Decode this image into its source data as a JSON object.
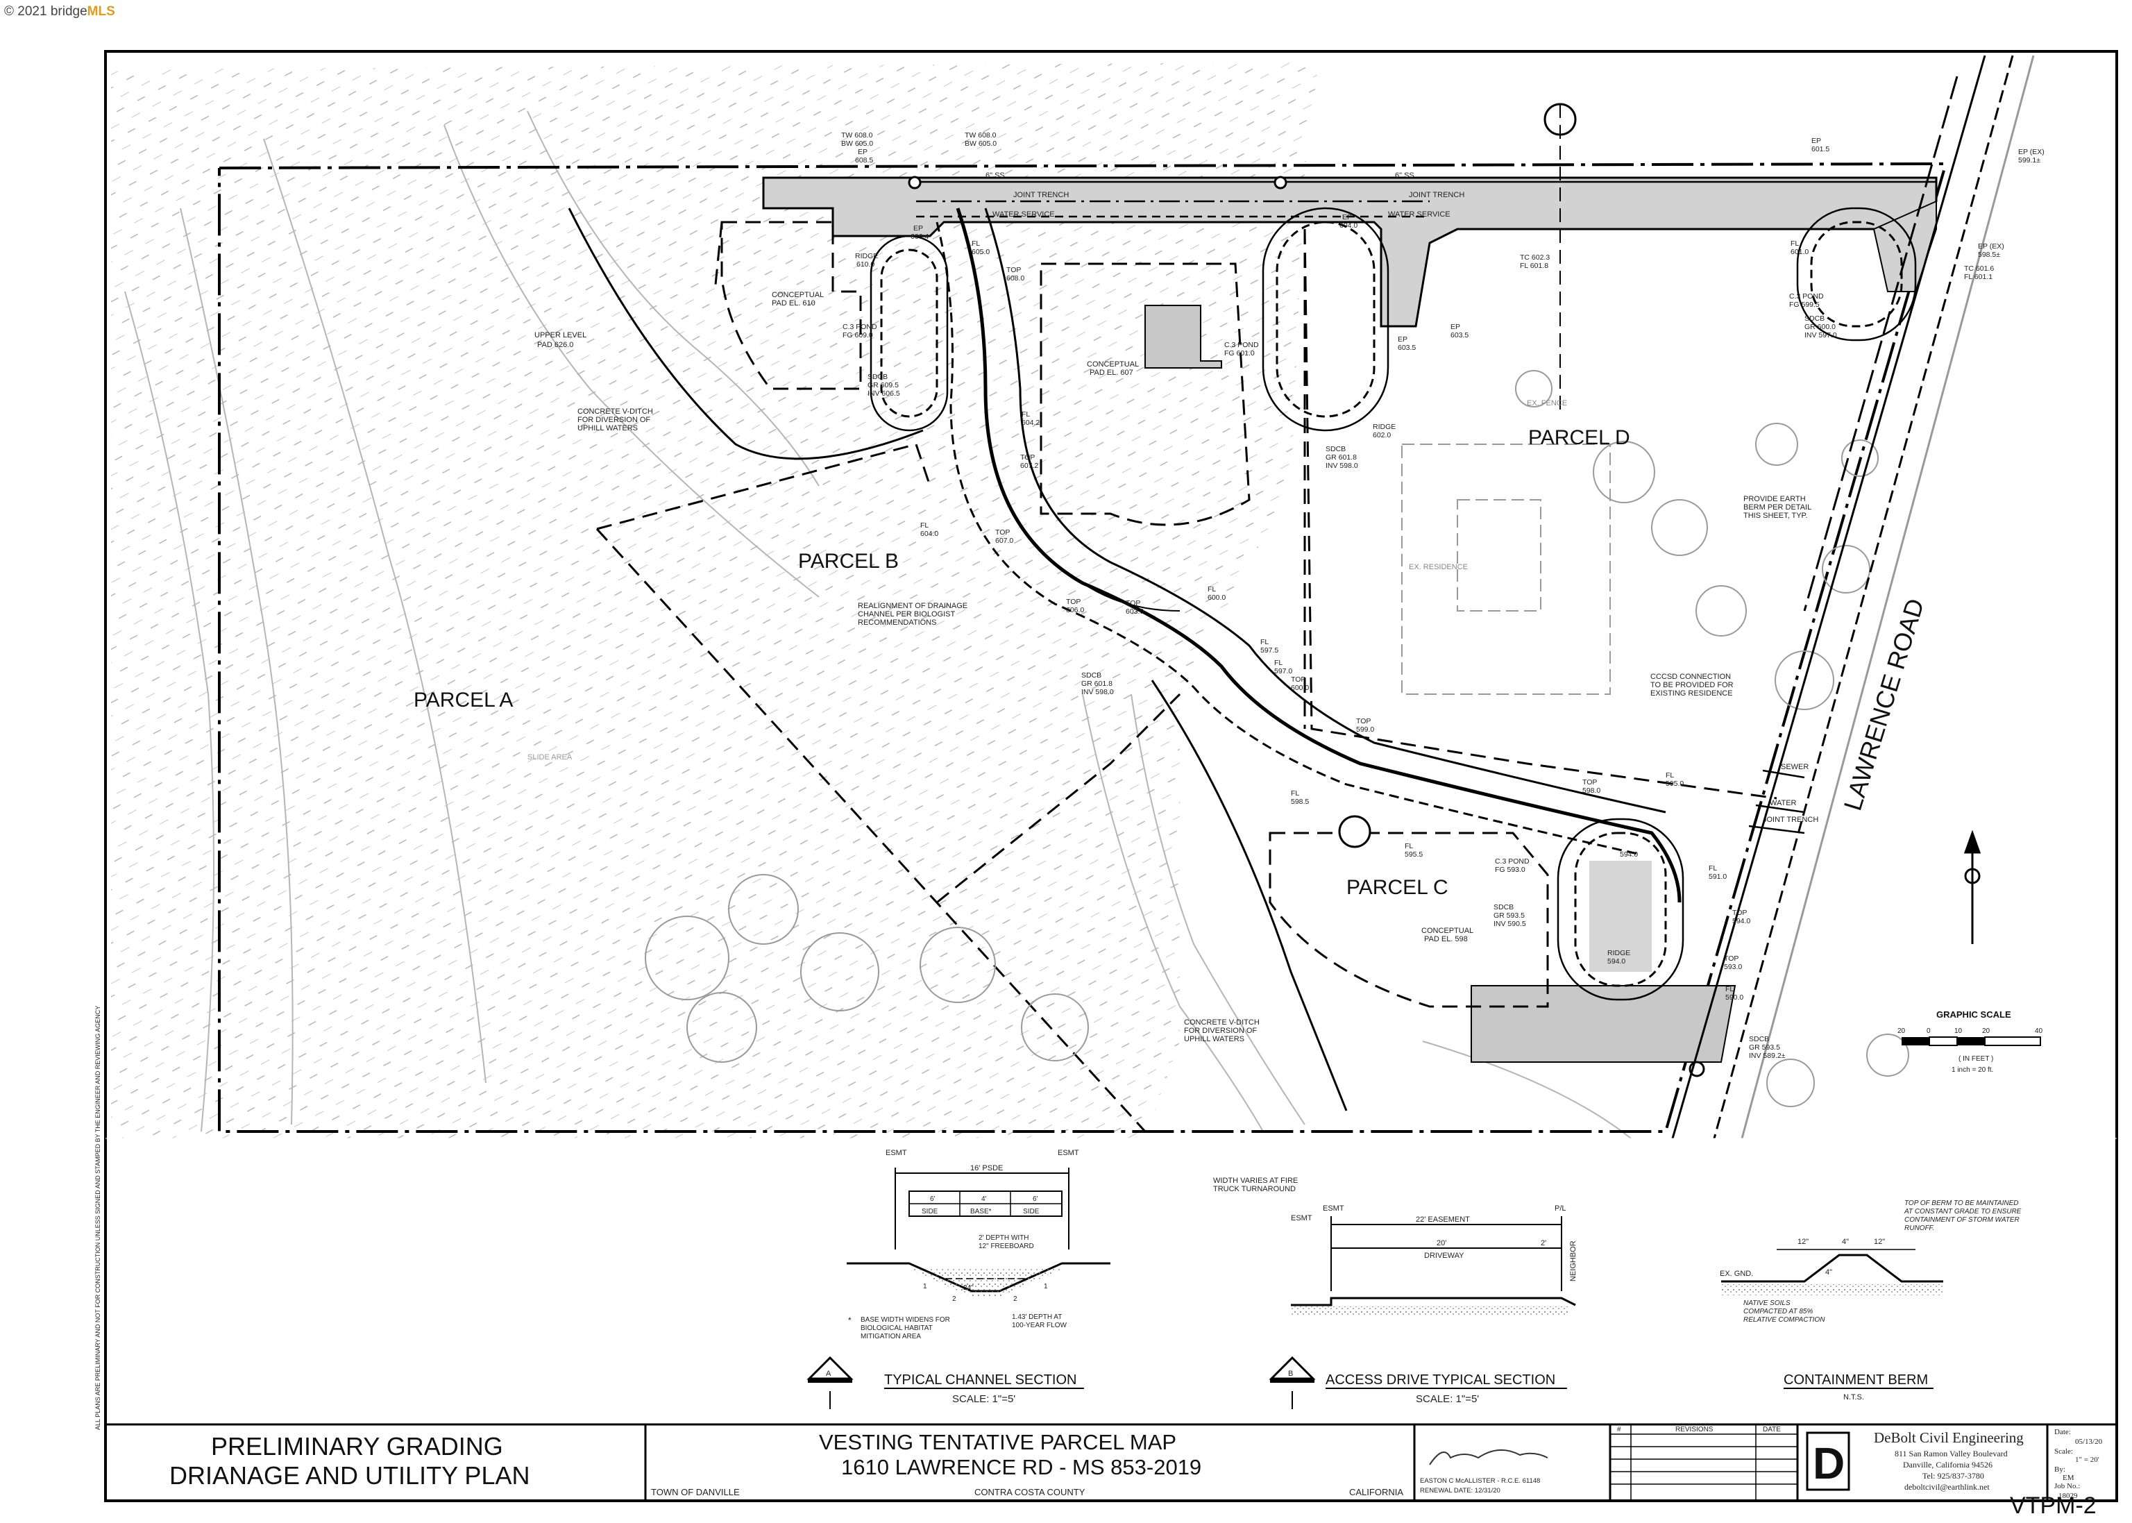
{
  "watermark": {
    "copyright": "© 2021 bridge",
    "brand": "MLS"
  },
  "sheet_id": "VTPM-2",
  "parcels": {
    "a": "PARCEL A",
    "b": "PARCEL B",
    "c": "PARCEL C",
    "d": "PARCEL D"
  },
  "road_name": "LAWRENCE ROAD",
  "utility_labels": {
    "ss1": "6\" SS",
    "ss2": "6\" SS",
    "joint_trench1": "JOINT TRENCH",
    "joint_trench2": "JOINT TRENCH",
    "water1": "WATER SERVICE",
    "water2": "WATER SERVICE",
    "sewer": "SEWER",
    "water": "WATER",
    "joint_trench3": "JOINT TRENCH"
  },
  "plan_notes": {
    "upper_level": "UPPER LEVEL",
    "upper_pad": "PAD 626.0",
    "vditch_1": "CONCRETE V-DITCH",
    "vditch_2": "FOR DIVERSION OF",
    "vditch_3": "UPHILL WATERS",
    "pad_b1": "CONCEPTUAL",
    "pad_b2": "PAD EL. 610",
    "pad_mid1": "CONCEPTUAL",
    "pad_mid2": "PAD EL. 607",
    "pad_c1": "CONCEPTUAL",
    "pad_c2": "PAD EL. 598",
    "realign1": "REALIGNMENT OF DRAINAGE",
    "realign2": "CHANNEL PER BIOLOGIST",
    "realign3": "RECOMMENDATIONS",
    "berm1": "PROVIDE EARTH",
    "berm2": "BERM PER DETAIL",
    "berm3": "THIS SHEET, TYP.",
    "ccsd1": "CCCSD CONNECTION",
    "ccsd2": "TO BE PROVIDED FOR",
    "ccsd3": "EXISTING RESIDENCE",
    "vditch2_1": "CONCRETE V-DITCH",
    "vditch2_2": "FOR DIVERSION OF",
    "vditch2_3": "UPHILL WATERS",
    "ex_fence": "EX. FENCE",
    "ex_residence": "EX. RESIDENCE",
    "slide_area": "SLIDE AREA"
  },
  "elevations": [
    {
      "k": "tw1",
      "text": "TW 608.0"
    },
    {
      "k": "bw1",
      "text": "BW 605.0"
    },
    {
      "k": "tw2",
      "text": "TW 608.0"
    },
    {
      "k": "bw2",
      "text": "BW 605.0"
    },
    {
      "k": "ep1",
      "text": "EP"
    },
    {
      "k": "ep1v",
      "text": "608.5"
    },
    {
      "k": "ep2",
      "text": "EP"
    },
    {
      "k": "ep2v",
      "text": "606.4"
    },
    {
      "k": "fl1",
      "text": "FL"
    },
    {
      "k": "fl1v",
      "text": "605.0"
    },
    {
      "k": "top1",
      "text": "TOP"
    },
    {
      "k": "top1v",
      "text": "608.0"
    },
    {
      "k": "ridge1",
      "text": "RIDGE"
    },
    {
      "k": "ridge1v",
      "text": "610.0"
    },
    {
      "k": "cpond1",
      "text": "C.3 POND"
    },
    {
      "k": "cpond1v",
      "text": "FG 609.0"
    },
    {
      "k": "sdcb1",
      "text": "SDCB"
    },
    {
      "k": "sdcb1g",
      "text": "GR 609.5"
    },
    {
      "k": "sdcb1i",
      "text": "INV 606.5"
    },
    {
      "k": "fl2",
      "text": "FL"
    },
    {
      "k": "fl2v",
      "text": "604.2"
    },
    {
      "k": "top2",
      "text": "TOP"
    },
    {
      "k": "top2v",
      "text": "607.2"
    },
    {
      "k": "fl3",
      "text": "FL"
    },
    {
      "k": "fl3v",
      "text": "604.0"
    },
    {
      "k": "top3",
      "text": "TOP"
    },
    {
      "k": "top3v",
      "text": "607.0"
    },
    {
      "k": "top4",
      "text": "TOP"
    },
    {
      "k": "top4v",
      "text": "606.0"
    },
    {
      "k": "top5",
      "text": "TOP"
    },
    {
      "k": "top5v",
      "text": "603.0"
    },
    {
      "k": "fl4",
      "text": "FL"
    },
    {
      "k": "fl4v",
      "text": "600.0"
    },
    {
      "k": "fl5",
      "text": "FL"
    },
    {
      "k": "fl5v",
      "text": "597.5"
    },
    {
      "k": "fl6",
      "text": "FL"
    },
    {
      "k": "fl6v",
      "text": "597.0"
    },
    {
      "k": "top6",
      "text": "TOP"
    },
    {
      "k": "top6v",
      "text": "600.0"
    },
    {
      "k": "sdcb2",
      "text": "SDCB"
    },
    {
      "k": "sdcb2g",
      "text": "GR 601.8"
    },
    {
      "k": "sdcb2i",
      "text": "INV 598.0"
    },
    {
      "k": "ep3",
      "text": "EP"
    },
    {
      "k": "ep3v",
      "text": "604.0"
    },
    {
      "k": "cpond2",
      "text": "C.3 POND"
    },
    {
      "k": "cpond2v",
      "text": "FG 601.0"
    },
    {
      "k": "ep4",
      "text": "EP"
    },
    {
      "k": "ep4v",
      "text": "603.5"
    },
    {
      "k": "ep5",
      "text": "EP"
    },
    {
      "k": "ep5v",
      "text": "603.5"
    },
    {
      "k": "ridge2",
      "text": "RIDGE"
    },
    {
      "k": "ridge2v",
      "text": "602.0"
    },
    {
      "k": "sdcb3",
      "text": "SDCB"
    },
    {
      "k": "sdcb3g",
      "text": "GR 601.8"
    },
    {
      "k": "sdcb3i",
      "text": "INV 598.0"
    },
    {
      "k": "tc1",
      "text": "TC 602.3"
    },
    {
      "k": "tc1f",
      "text": "FL 601.8"
    },
    {
      "k": "ep6",
      "text": "EP"
    },
    {
      "k": "ep6v",
      "text": "601.5"
    },
    {
      "k": "ep7",
      "text": "EP (EX)"
    },
    {
      "k": "ep7v",
      "text": "599.1±"
    },
    {
      "k": "fl7",
      "text": "FL"
    },
    {
      "k": "fl7v",
      "text": "601.0"
    },
    {
      "k": "ep8",
      "text": "EP (EX)"
    },
    {
      "k": "ep8v",
      "text": "598.5±"
    },
    {
      "k": "tc2",
      "text": "TC 601.6"
    },
    {
      "k": "tc2f",
      "text": "FL 601.1"
    },
    {
      "k": "cpond3",
      "text": "C.3 POND"
    },
    {
      "k": "cpond3v",
      "text": "FG 599.5"
    },
    {
      "k": "sdcb4",
      "text": "SDCB"
    },
    {
      "k": "sdcb4g",
      "text": "GR 600.0"
    },
    {
      "k": "sdcb4i",
      "text": "INV 597.0"
    },
    {
      "k": "top7",
      "text": "TOP"
    },
    {
      "k": "top7v",
      "text": "599.0"
    },
    {
      "k": "fl8",
      "text": "FL"
    },
    {
      "k": "fl8v",
      "text": "598.5"
    },
    {
      "k": "top8",
      "text": "TOP"
    },
    {
      "k": "top8v",
      "text": "598.0"
    },
    {
      "k": "fl9",
      "text": "FL"
    },
    {
      "k": "fl9v",
      "text": "595.0"
    },
    {
      "k": "fl10",
      "text": "FL"
    },
    {
      "k": "fl10v",
      "text": "595.5"
    },
    {
      "k": "cpond4",
      "text": "C.3 POND"
    },
    {
      "k": "cpond4v",
      "text": "FG 593.0"
    },
    {
      "k": "sdcb5",
      "text": "SDCB"
    },
    {
      "k": "sdcb5g",
      "text": "GR 593.5"
    },
    {
      "k": "sdcb5i",
      "text": "INV 590.5"
    },
    {
      "k": "ridge3",
      "text": "RIDGE"
    },
    {
      "k": "ridge3v",
      "text": "594.0"
    },
    {
      "k": "fl11",
      "text": "FL"
    },
    {
      "k": "fl11v",
      "text": "591.0"
    },
    {
      "k": "top9",
      "text": "TOP"
    },
    {
      "k": "top9v",
      "text": "594.0"
    },
    {
      "k": "top10",
      "text": "TOP"
    },
    {
      "k": "top10v",
      "text": "593.0"
    },
    {
      "k": "fl12",
      "text": "FL"
    },
    {
      "k": "fl12v",
      "text": "590.0"
    },
    {
      "k": "sdcb6",
      "text": "SDCB"
    },
    {
      "k": "sdcb6g",
      "text": "GR 593.5"
    },
    {
      "k": "sdcb6i",
      "text": "INV 589.2±"
    },
    {
      "k": "pondc",
      "text": "594.0"
    }
  ],
  "graphic_scale": {
    "title": "GRAPHIC SCALE",
    "ticks": [
      "20",
      "0",
      "10",
      "20",
      "40"
    ],
    "units": "( IN FEET )",
    "ratio": "1 inch = 20 ft."
  },
  "channel_section": {
    "esmt_left": "ESMT",
    "esmt_right": "ESMT",
    "psde": "16' PSDE",
    "side_w1": "6'",
    "base_w": "4'",
    "side_w2": "6'",
    "side1": "SIDE",
    "base": "BASE*",
    "side2": "SIDE",
    "depth1": "2' DEPTH WITH",
    "depth2": "12\" FREEBOARD",
    "bottom": "24\"",
    "slope1": "1",
    "slope1b": "2",
    "slope2": "1",
    "slope2b": "2",
    "note1": "BASE WIDTH WIDENS FOR",
    "note2": "BIOLOGICAL HABITAT",
    "note3": "MITIGATION AREA",
    "star": "*",
    "flow1": "1.43' DEPTH AT",
    "flow2": "100-YEAR FLOW",
    "mark": "A",
    "title": "TYPICAL CHANNEL SECTION",
    "scale": "SCALE: 1\"=5'"
  },
  "drive_section": {
    "note1": "WIDTH VARIES AT FIRE",
    "note2": "TRUCK TURNAROUND",
    "esmt1": "ESMT",
    "esmt2": "ESMT",
    "pl": "P/L",
    "easement": "22' EASEMENT",
    "drive_w": "20'",
    "drive_extra": "2'",
    "driveway": "DRIVEWAY",
    "neighbor": "NEIGHBOR",
    "mark": "B",
    "title": "ACCESS DRIVE TYPICAL SECTION",
    "scale": "SCALE: 1\"=5'"
  },
  "berm_detail": {
    "note1": "TOP OF BERM TO BE MAINTAINED",
    "note2": "AT CONSTANT GRADE TO ENSURE",
    "note3": "CONTAINMENT OF STORM WATER",
    "note4": "RUNOFF.",
    "dim1": "12\"",
    "dim2": "4\"",
    "dim3": "12\"",
    "height": "4\"",
    "ex_gnd": "EX. GND.",
    "soil1": "NATIVE SOILS",
    "soil2": "COMPACTED AT 85%",
    "soil3": "RELATIVE COMPACTION",
    "title": "CONTAINMENT BERM",
    "scale": "N.T.S."
  },
  "title_block": {
    "plan_title_1": "PRELIMINARY GRADING",
    "plan_title_2": "DRIANAGE AND UTILITY PLAN",
    "map_title": "VESTING TENTATIVE PARCEL MAP",
    "address": "1610 LAWRENCE RD - MS 853-2019",
    "town": "TOWN OF DANVILLE",
    "county": "CONTRA COSTA COUNTY",
    "state": "CALIFORNIA",
    "engineer": "EASTON C McALLISTER - R.C.E. 61148",
    "renewal": "RENEWAL DATE: 12/31/20",
    "rev_num": "#",
    "rev_head": "REVISIONS",
    "rev_date": "DATE",
    "company": "DeBolt Civil Engineering",
    "addr1": "811 San Ramon Valley Boulevard",
    "addr2": "Danville, California  94526",
    "tel": "Tel: 925/837-3780",
    "email": "deboltcivil@earthlink.net",
    "logo": "D",
    "date_label": "Date:",
    "date_value": "05/13/20",
    "scale_label": "Scale:",
    "scale_value": "1\" = 20'",
    "by_label": "By:",
    "by_value": "EM",
    "job_label": "Job No.:",
    "job_value": "18029"
  },
  "margin_note": "ALL PLANS ARE PRELIMINARY AND NOT FOR CONSTRUCTION UNLESS SIGNED AND STAMPED BY THE ENGINEER AND REVIEWING AGENCY",
  "colors": {
    "ink": "#111111",
    "hatch": "#9a9a9a",
    "pad_fill": "#cfcfcf",
    "brand": "#e39a1d"
  }
}
